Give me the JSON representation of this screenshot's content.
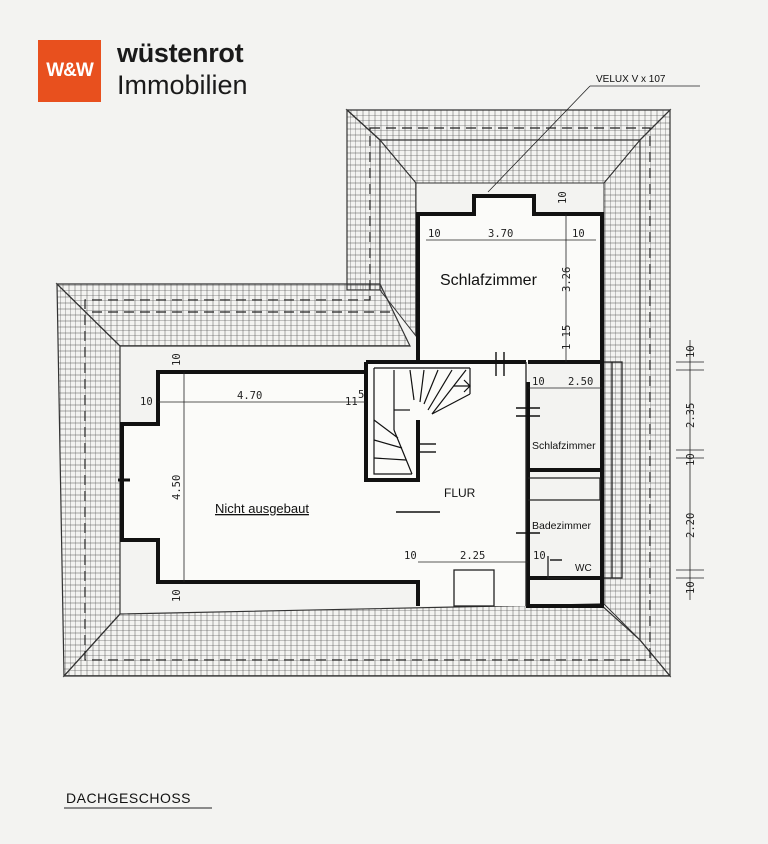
{
  "brand": {
    "logo_mark": "W&W",
    "name_line1": "wüstenrot",
    "name_line2": "Immobilien",
    "accent_color": "#e8501e"
  },
  "plan": {
    "floor_label": "DACHGESCHOSS",
    "velux_note": "VELUX   V x 107",
    "rooms": {
      "schlafzimmer_main": "Schlafzimmer",
      "nicht_ausgebaut": "Nicht ausgebaut",
      "flur": "FLUR",
      "schlafzimmer_small": "Schlafzimmer",
      "badezimmer": "Badezimmer",
      "wc": "WC"
    },
    "dimensions": {
      "top_left_10": "10",
      "top_width": "3.70",
      "top_right_10": "10",
      "top_vertical_10": "10",
      "bed_height": "3.26",
      "bed_bottom_115": "1 15",
      "left_top_10": "10",
      "left_left_10": "10",
      "left_width": "4.70",
      "left_115": "11",
      "left_115_sup": "5",
      "left_height": "4.50",
      "left_bottom_10": "10",
      "flur_left_10": "10",
      "flur_width": "2.25",
      "flur_right_10": "10",
      "right_10a": "10",
      "right_width": "2.50",
      "right_v_10a": "10",
      "right_v_235": "2.35",
      "right_v_10b": "10",
      "right_v_220": "2.20",
      "right_v_10c": "10"
    }
  }
}
